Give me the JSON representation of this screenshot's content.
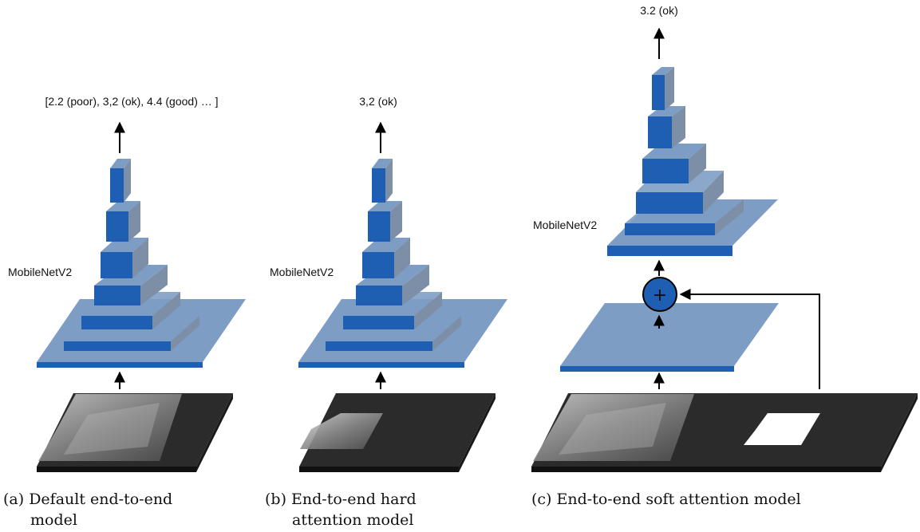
{
  "panels": [
    {
      "id": "a",
      "output_label": "[2.2 (poor), 3,2 (ok), 4.4 (good) … ]",
      "network_label": "MobileNetV2",
      "caption_line1": "(a) Default end-to-end",
      "caption_line2": "model"
    },
    {
      "id": "b",
      "output_label": "3,2 (ok)",
      "network_label": "MobileNetV2",
      "caption_line1": "(b) End-to-end hard",
      "caption_line2": "attention model"
    },
    {
      "id": "c",
      "output_label": "3.2 (ok)",
      "network_label": "MobileNetV2",
      "combine_symbol": "+",
      "caption_line1": "(c) End-to-end soft attention model"
    }
  ],
  "colors": {
    "block_front": "#1f5fb3",
    "block_top": "#7e9dc4",
    "block_side": "#7c8fa6",
    "image_plate": "#2b2b2b",
    "image_edge": "#111111"
  }
}
